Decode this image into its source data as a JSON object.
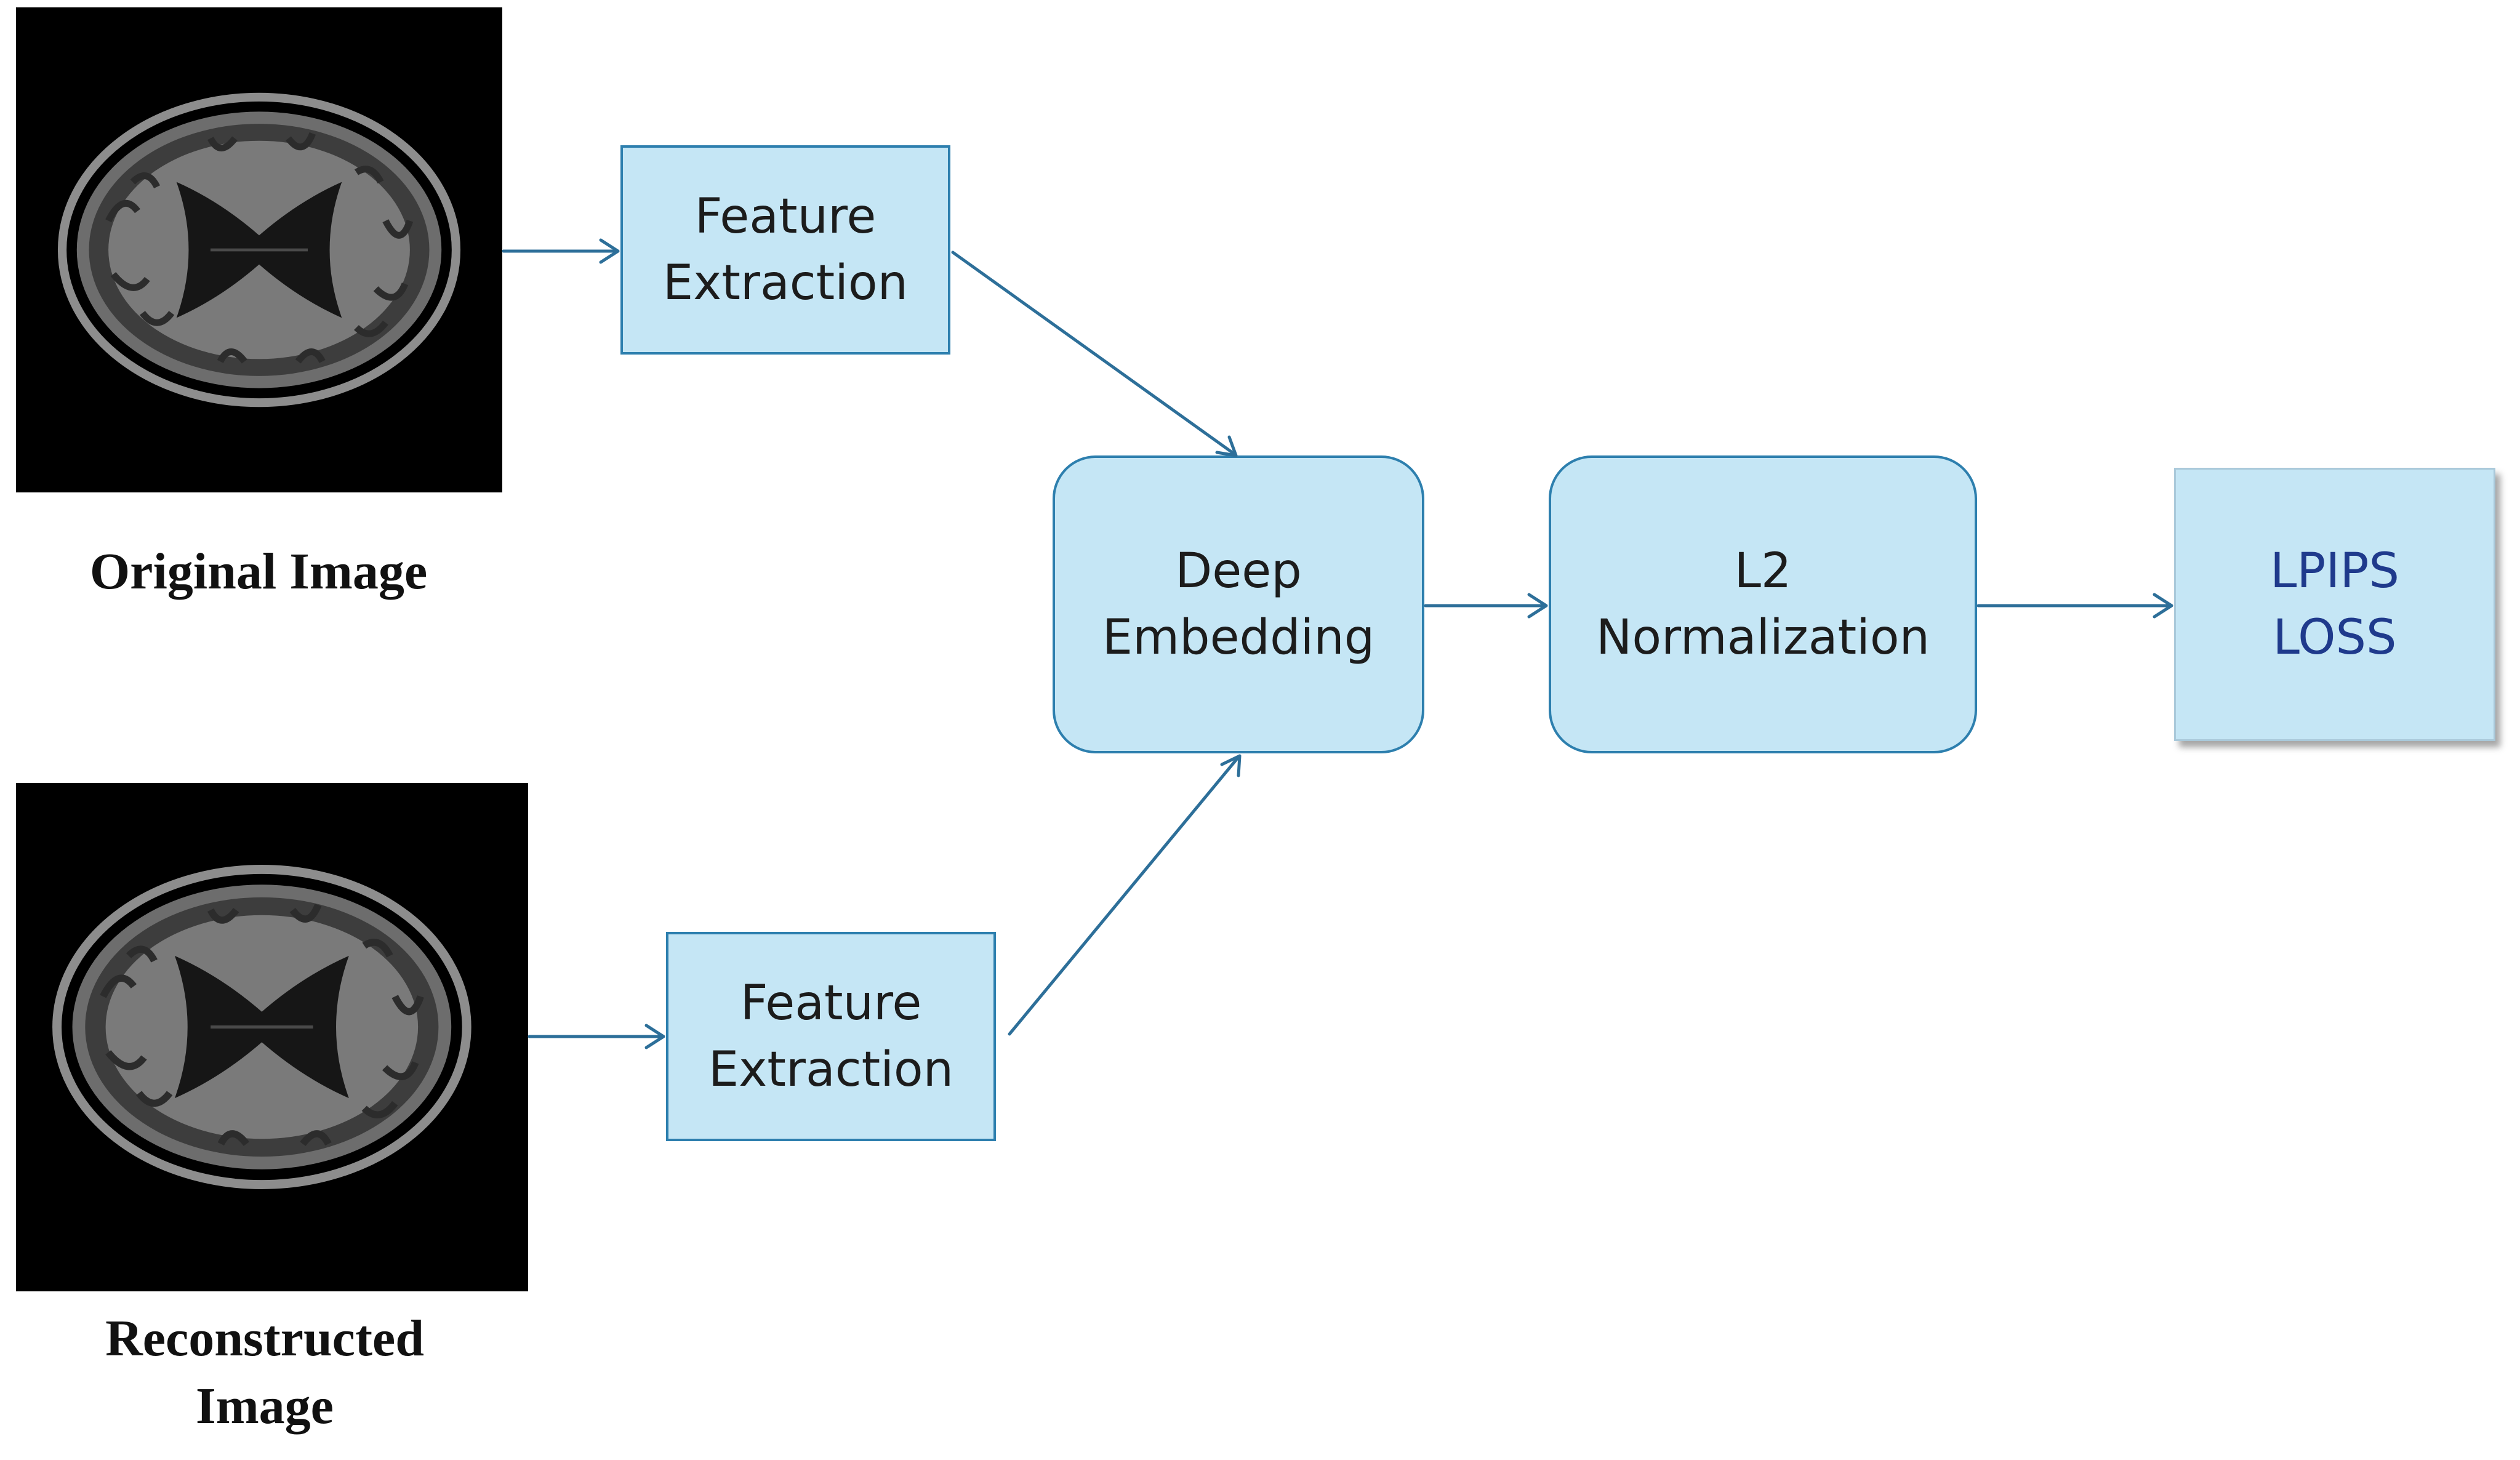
{
  "images": {
    "original_caption": "Original Image",
    "reconstructed_caption_line1": "Reconstructed",
    "reconstructed_caption_line2": "Image"
  },
  "nodes": {
    "feature_extraction_top": {
      "line1": "Feature",
      "line2": "Extraction"
    },
    "feature_extraction_bottom": {
      "line1": "Feature",
      "line2": "Extraction"
    },
    "deep_embedding": {
      "line1": "Deep",
      "line2": "Embedding"
    },
    "l2_normalization": {
      "line1": "L2",
      "line2": "Normalization"
    },
    "lpips_loss": {
      "line1": "LPIPS",
      "line2": "LOSS"
    }
  },
  "colors": {
    "box_fill": "#c5e6f5",
    "box_border": "#2d7fae",
    "arrow": "#2d6f99",
    "lpips_text": "#1f3a8c"
  }
}
